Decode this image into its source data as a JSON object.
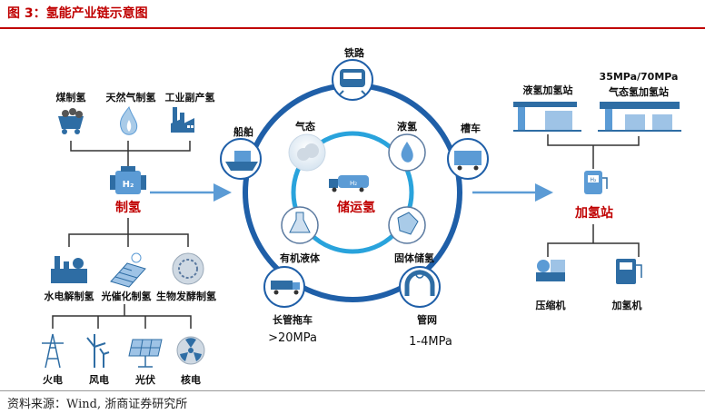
{
  "title": "图 3：氢能产业链示意图",
  "source": "资料来源：Wind, 浙商证券研究所",
  "production": {
    "top_sources": [
      "煤制氢",
      "天然气制氢",
      "工业副产氢"
    ],
    "center_label": "制氢",
    "mid_sources": [
      "水电解制氢",
      "光催化制氢",
      "生物发酵制氢"
    ],
    "power_sources": [
      "火电",
      "风电",
      "光伏",
      "核电"
    ]
  },
  "storage": {
    "center_label": "储运氢",
    "inner_states": [
      "气态",
      "液氢",
      "有机液体",
      "固体储氢"
    ],
    "outer_transport": [
      "铁路",
      "船舶",
      "槽车",
      "长管拖车",
      "管网"
    ],
    "tube_trailer_pressure": ">20MPa",
    "pipeline_pressure": "1-4MPa"
  },
  "refueling": {
    "station_types": [
      "液氢加氢站",
      "35MPa/70MPa",
      "气态氢加氢站"
    ],
    "center_label": "加氢站",
    "equipment": [
      "压缩机",
      "加氢机"
    ]
  },
  "colors": {
    "accent": "#c00000",
    "ring": "#1f5fa8",
    "inner_ring": "#29a3dc",
    "arrow": "#5b9bd5",
    "icon": "#2e6da4"
  }
}
